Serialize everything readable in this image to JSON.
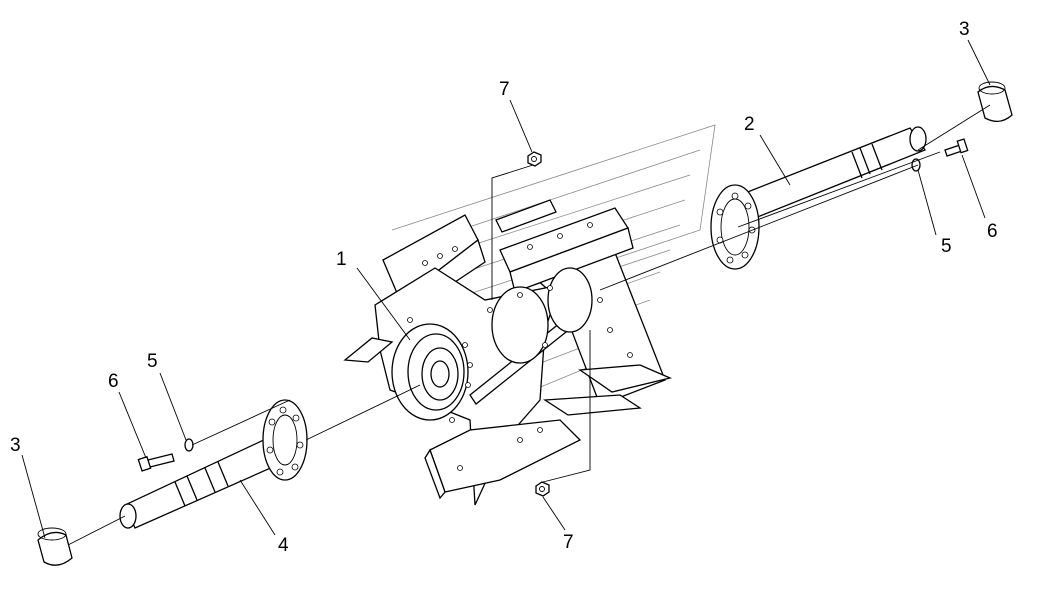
{
  "callouts": {
    "frame": "1",
    "right_axle": "2",
    "cap_right": "3",
    "cap_left": "3",
    "left_axle": "4",
    "washer_left": "5",
    "washer_right": "5",
    "bolt_left": "6",
    "bolt_right": "6",
    "nut_top": "7",
    "nut_bottom": "7"
  },
  "colors": {
    "line": "#000000",
    "background": "#ffffff",
    "ghost": "#888888"
  }
}
